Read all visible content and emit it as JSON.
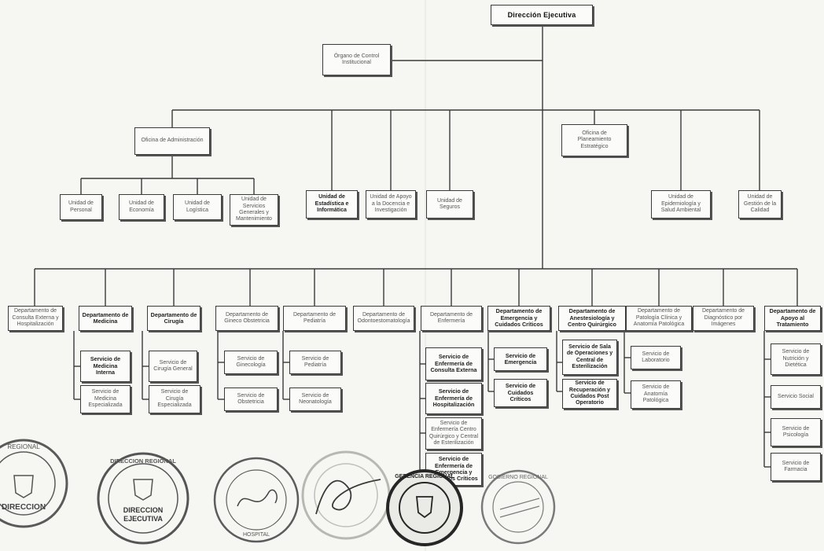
{
  "org": {
    "root": "Dirección Ejecutiva",
    "control": "Órgano de Control Institucional",
    "admin": "Oficina de Administración",
    "planning": "Oficina de Planeamiento Estratégico",
    "admin_units": [
      "Unidad de Personal",
      "Unidad de Economía",
      "Unidad de Logística",
      "Unidad de Servicios Generales y Mantenimiento"
    ],
    "staff_units": [
      "Unidad de Estadística e Informática",
      "Unidad de Apoyo a la Docencia e Investigación",
      "Unidad de Seguros"
    ],
    "planning_units": [
      "Unidad de Epidemiología y Salud Ambiental",
      "Unidad de Gestión de la Calidad"
    ],
    "departments": [
      "Departamento de Consulta Externa y Hospitalización",
      "Departamento de Medicina",
      "Departamento de Cirugía",
      "Departamento de Gineco Obstetricia",
      "Departamento de Pediatría",
      "Departamento de Odontoestomatología",
      "Departamento de Enfermería",
      "Departamento de Emergencia y Cuidados Críticos",
      "Departamento de Anestesiología y Centro Quirúrgico",
      "Departamento de Patología Clínica y Anatomía Patológica",
      "Departamento de Diagnóstico por Imágenes",
      "Departamento de Apoyo al Tratamiento"
    ],
    "services": {
      "medicina": [
        "Servicio de Medicina Interna",
        "Servicio de Medicina Especializada"
      ],
      "cirugia": [
        "Servicio de Cirugía General",
        "Servicio de Cirugía Especializada"
      ],
      "gineco": [
        "Servicio de Ginecología",
        "Servicio de Obstetricia"
      ],
      "pediatria": [
        "Servicio de Pediatría",
        "Servicio de Neonatología"
      ],
      "enfermeria": [
        "Servicio de Enfermería de Consulta Externa",
        "Servicio de Enfermería de Hospitalización",
        "Servicio de Enfermería Centro Quirúrgico y Central de Esterilización",
        "Servicio de Enfermería de Emergencia y Cuidados Críticos"
      ],
      "emergencia": [
        "Servicio de Emergencia",
        "Servicio de Cuidados Críticos"
      ],
      "anestesiologia": [
        "Servicio de Sala de Operaciones y Central de Esterilización",
        "Servicio de Recuperación y Cuidados Post Operatorio"
      ],
      "patologia": [
        "Servicio de Laboratorio",
        "Servicio de Anatomía Patológica"
      ],
      "apoyo": [
        "Servicio de Nutrición y Dietética",
        "Servicio Social",
        "Servicio de Psicología",
        "Servicio de Farmacia"
      ]
    }
  },
  "seals": {
    "seal1": [
      "REGIONAL",
      "DIRECCION"
    ],
    "seal2": [
      "DIRECCION REGIONAL",
      "DIRECCION",
      "EJECUTIVA"
    ],
    "seal3": [
      "HOSPITAL"
    ],
    "seal5": [
      "GERENCIA REGIONAL"
    ],
    "seal6": [
      "GOBIERNO REGIONAL"
    ]
  },
  "colors": {
    "ink": "#3b3b3b",
    "stamp": "#6b6b6b",
    "paper": "#f6f6f3"
  }
}
